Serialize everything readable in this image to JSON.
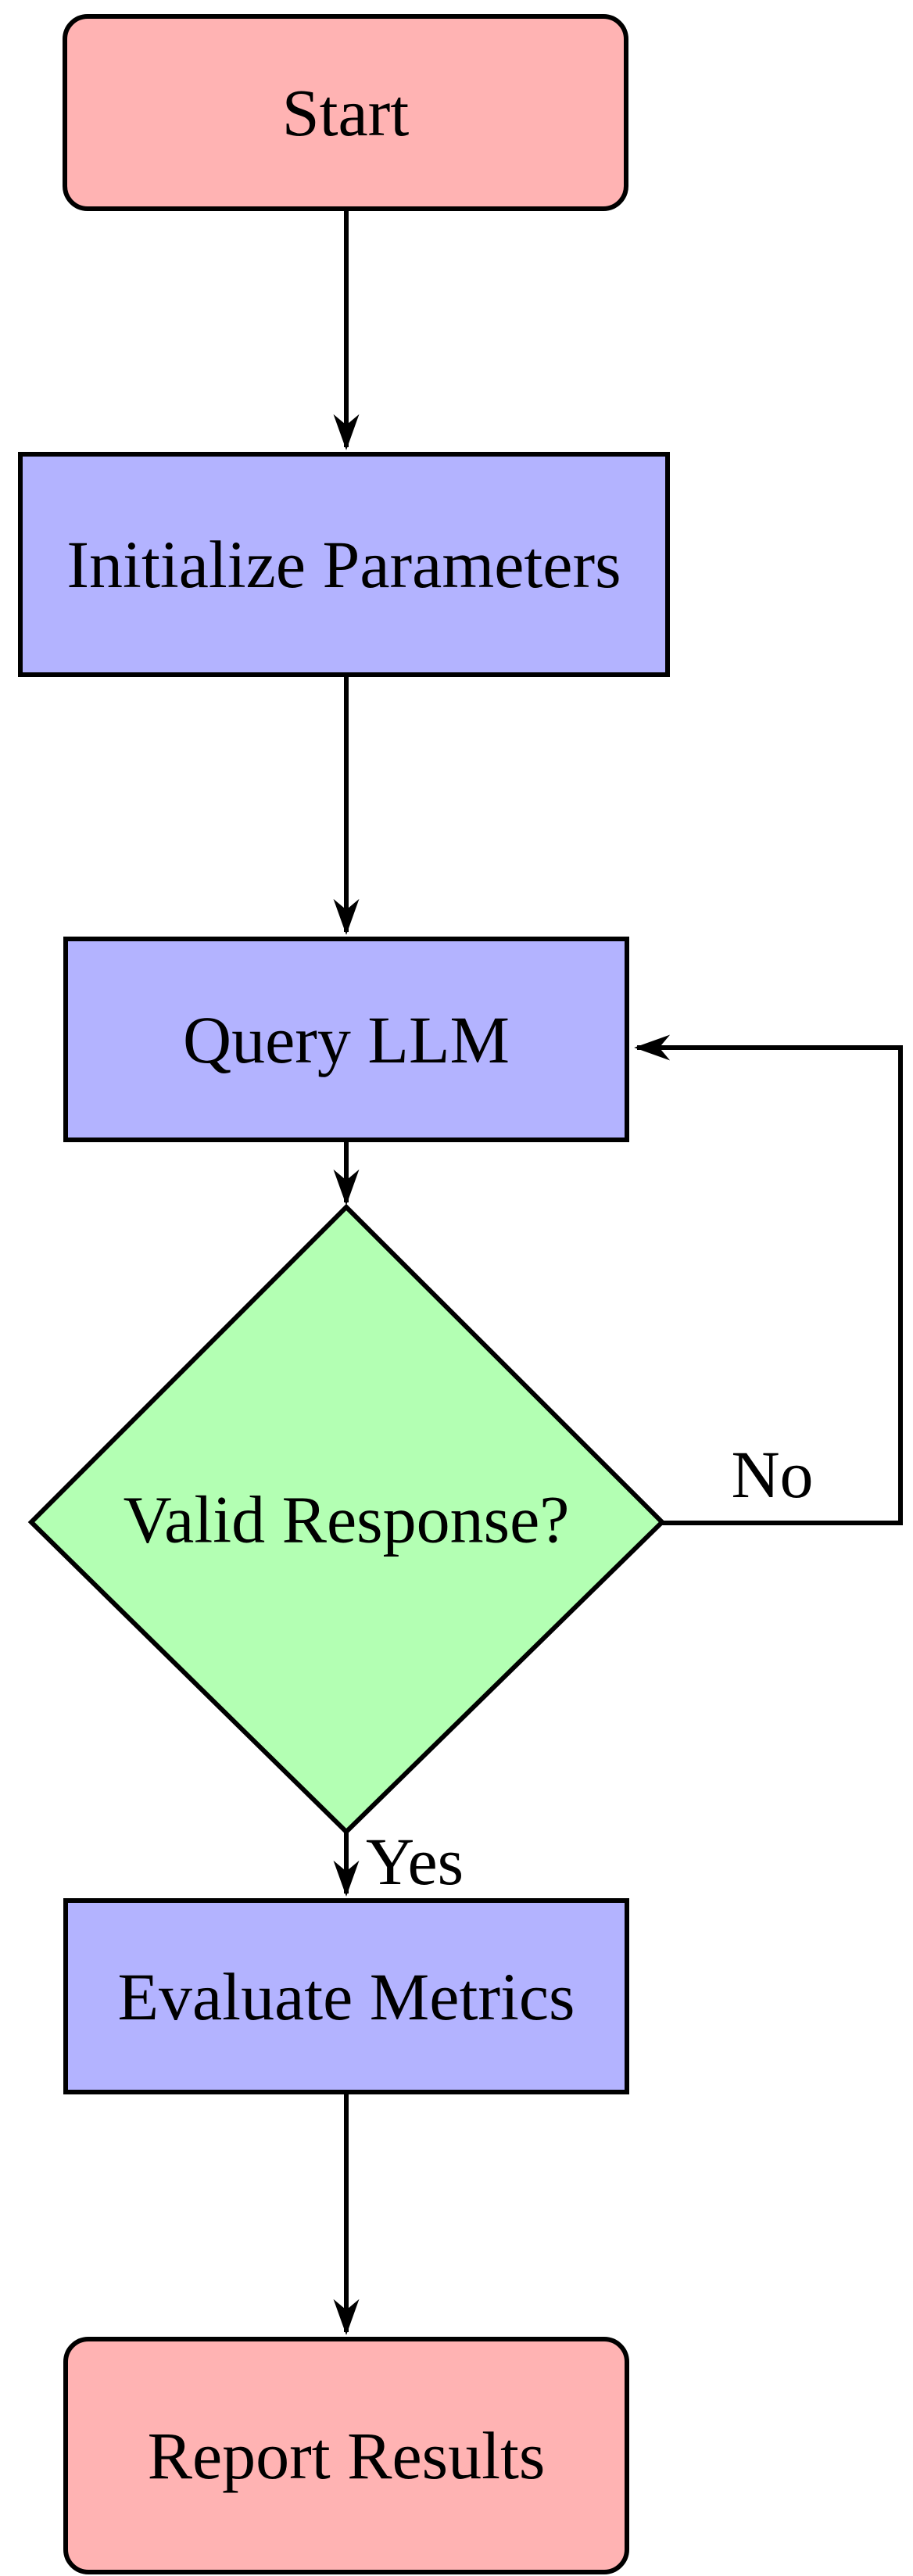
{
  "flowchart": {
    "background": "#FFFFFF",
    "stroke_color": "#000000",
    "colors": {
      "terminal_fill": "#FFB3B3",
      "process_fill": "#B3B3FF",
      "decision_fill": "#B3FFB3"
    },
    "nodes": {
      "start": {
        "label": "Start",
        "type": "terminal"
      },
      "initialize": {
        "label": "Initialize Parameters",
        "type": "process"
      },
      "query": {
        "label": "Query LLM",
        "type": "process"
      },
      "decision": {
        "label": "Valid Response?",
        "type": "decision"
      },
      "evaluate": {
        "label": "Evaluate Metrics",
        "type": "process"
      },
      "report": {
        "label": "Report Results",
        "type": "terminal"
      }
    },
    "edge_labels": {
      "yes": "Yes",
      "no": "No"
    }
  }
}
